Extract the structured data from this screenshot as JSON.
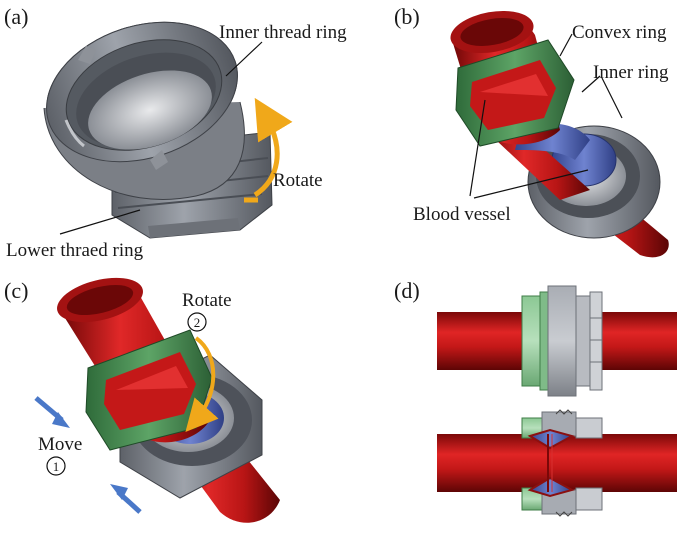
{
  "panels": {
    "a": {
      "label": "(a)",
      "inner_thread_ring": "Inner thread ring",
      "rotate": "Rotate",
      "lower_ring": "Lower thraed ring"
    },
    "b": {
      "label": "(b)",
      "convex_ring": "Convex ring",
      "inner_ring": "Inner ring",
      "blood_vessel": "Blood vessel"
    },
    "c": {
      "label": "(c)",
      "rotate": "Rotate",
      "rotate_step": "2",
      "move": "Move",
      "move_step": "1"
    },
    "d": {
      "label": "(d)"
    }
  },
  "colors": {
    "vessel": "#c41818",
    "ring_gray": "#8a8f98",
    "convex_green": "#4f8a56",
    "inner_blue": "#4f63b0",
    "arrow_orange": "#f0a81a",
    "arrow_blue": "#4a78c8"
  }
}
